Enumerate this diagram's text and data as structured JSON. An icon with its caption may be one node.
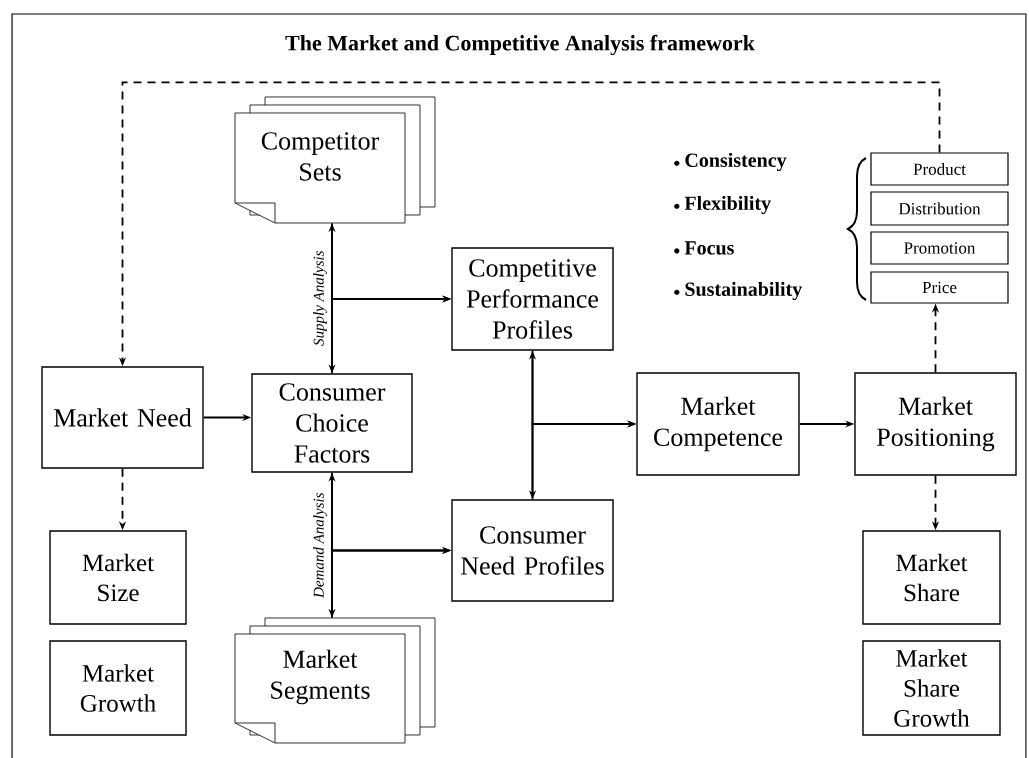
{
  "diagram": {
    "title": "The Market and Competitive Analysis framework",
    "nodes": [
      {
        "text": [
          "Market Need"
        ]
      },
      {
        "text": [
          "Consumer Choice Factors"
        ]
      },
      {
        "text": [
          "Competitor Sets"
        ]
      },
      {
        "text": [
          "Market Segments"
        ]
      },
      {
        "text": [
          "Competitive Performance Profiles"
        ]
      },
      {
        "text": [
          "Consumer Need Profiles"
        ]
      },
      {
        "text": [
          "Market Competence"
        ]
      },
      {
        "text": [
          "Market Positioning"
        ]
      },
      {
        "text": [
          "Market Size"
        ]
      },
      {
        "text": [
          "Market Growth"
        ]
      },
      {
        "text": [
          "Market Share"
        ]
      },
      {
        "text": [
          "Market Share Growth"
        ]
      },
      {
        "text": [
          "Product"
        ]
      },
      {
        "text": [
          "Distribution"
        ]
      },
      {
        "text": [
          "Promotion"
        ]
      },
      {
        "text": [
          "Price"
        ]
      }
    ],
    "edges": [
      {
        "from": 0,
        "to": 1,
        "arrow": "to"
      },
      {
        "from": 0,
        "to": 8,
        "arrow": "to",
        "style": "dashed"
      },
      {
        "from": 1,
        "to": 2,
        "arrow": "both",
        "label": "Supply Analysis"
      },
      {
        "from": 2,
        "to": 4,
        "arrow": "to"
      },
      {
        "from": 1,
        "to": 4,
        "arrow": "to"
      },
      {
        "from": 1,
        "to": 3,
        "arrow": "both",
        "label": "Demand Analysis"
      },
      {
        "from": 3,
        "to": 5,
        "arrow": "to"
      },
      {
        "from": 1,
        "to": 5,
        "arrow": "to"
      },
      {
        "from": 4,
        "to": 5,
        "arrow": "both"
      },
      {
        "from": 4,
        "to": 6,
        "arrow": "to"
      },
      {
        "from": 5,
        "to": 6,
        "arrow": "to"
      },
      {
        "from": 6,
        "to": 7,
        "arrow": "to"
      },
      {
        "from": 7,
        "to": 15,
        "arrow": "to",
        "style": "dashed"
      },
      {
        "from": 7,
        "to": 10,
        "arrow": "to",
        "style": "dashed"
      },
      {
        "from": 12,
        "to": 0,
        "arrow": "to",
        "style": "dashed"
      }
    ],
    "labels": [
      "Consistency",
      "Flexibility",
      "Focus",
      "Sustainability"
    ]
  }
}
